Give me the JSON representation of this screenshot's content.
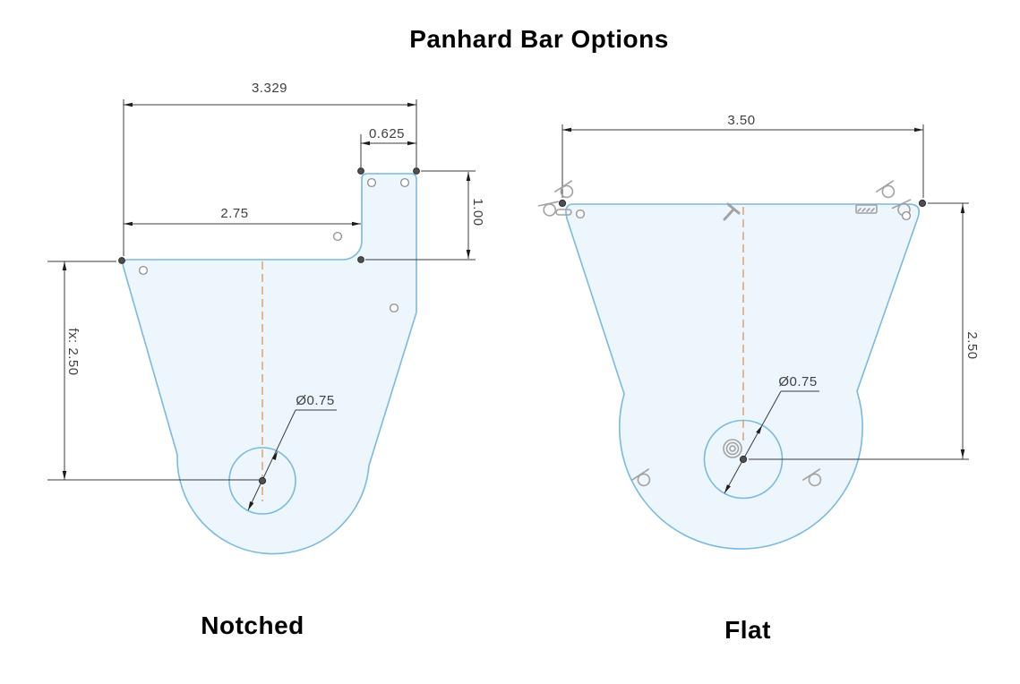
{
  "title": "Panhard Bar Options",
  "options": {
    "notched": {
      "label": "Notched",
      "dimensions": {
        "overall_width": "3.329",
        "tab_width": "0.625",
        "shoulder_width": "2.75",
        "tab_height": "1.00",
        "hole_height": "fx: 2.50",
        "hole_diameter": "Ø0.75"
      }
    },
    "flat": {
      "label": "Flat",
      "dimensions": {
        "overall_width": "3.50",
        "hole_height": "2.50",
        "hole_diameter": "Ø0.75"
      },
      "relation_icons": [
        "tangent-icon",
        "coincident-icon",
        "fixed-icon",
        "midpoint-icon",
        "concentric-icon"
      ]
    }
  },
  "colors": {
    "sketch_stroke": "#7ab9e1",
    "sketch_fill": "#edf6fc",
    "centerline": "#de9b62",
    "dimension": "#3b3b3b",
    "relation_glyph": "#a2a2a2"
  }
}
